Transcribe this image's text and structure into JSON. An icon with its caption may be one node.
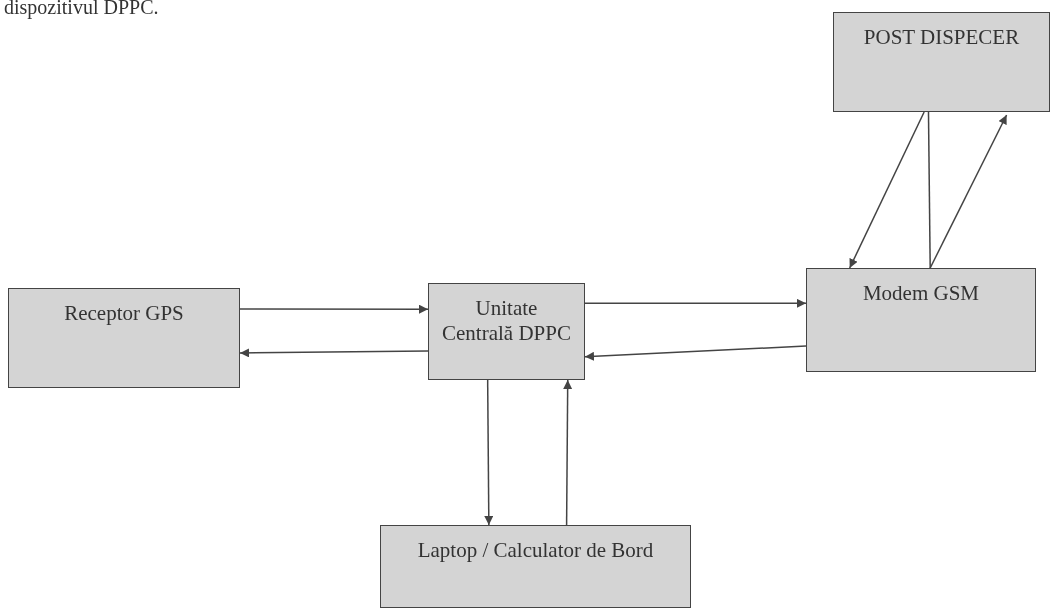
{
  "diagram": {
    "nodes": [
      {
        "text": [
          "Receptor GPS"
        ]
      },
      {
        "text": [
          "Unitate Centrală DPPC"
        ]
      },
      {
        "text": [
          "Modem GSM"
        ]
      },
      {
        "text": [
          "POST DISPECER"
        ]
      },
      {
        "text": [
          "Laptop / Calculator de Bord"
        ]
      }
    ],
    "edges": [
      {
        "from": 0,
        "to": 1,
        "arrow": "to"
      },
      {
        "from": 1,
        "to": 0,
        "arrow": "to"
      },
      {
        "from": 1,
        "to": 2,
        "arrow": "to"
      },
      {
        "from": 2,
        "to": 1,
        "arrow": "to"
      },
      {
        "from": 1,
        "to": 4,
        "arrow": "to"
      },
      {
        "from": 4,
        "to": 1,
        "arrow": "to"
      },
      {
        "from": 3,
        "to": 2,
        "arrow": "to"
      },
      {
        "from": 3,
        "to": 2,
        "arrow": "none"
      },
      {
        "from": 2,
        "to": 3,
        "arrow": "to"
      }
    ],
    "labels": [
      "dispozitivul DPPC."
    ]
  }
}
